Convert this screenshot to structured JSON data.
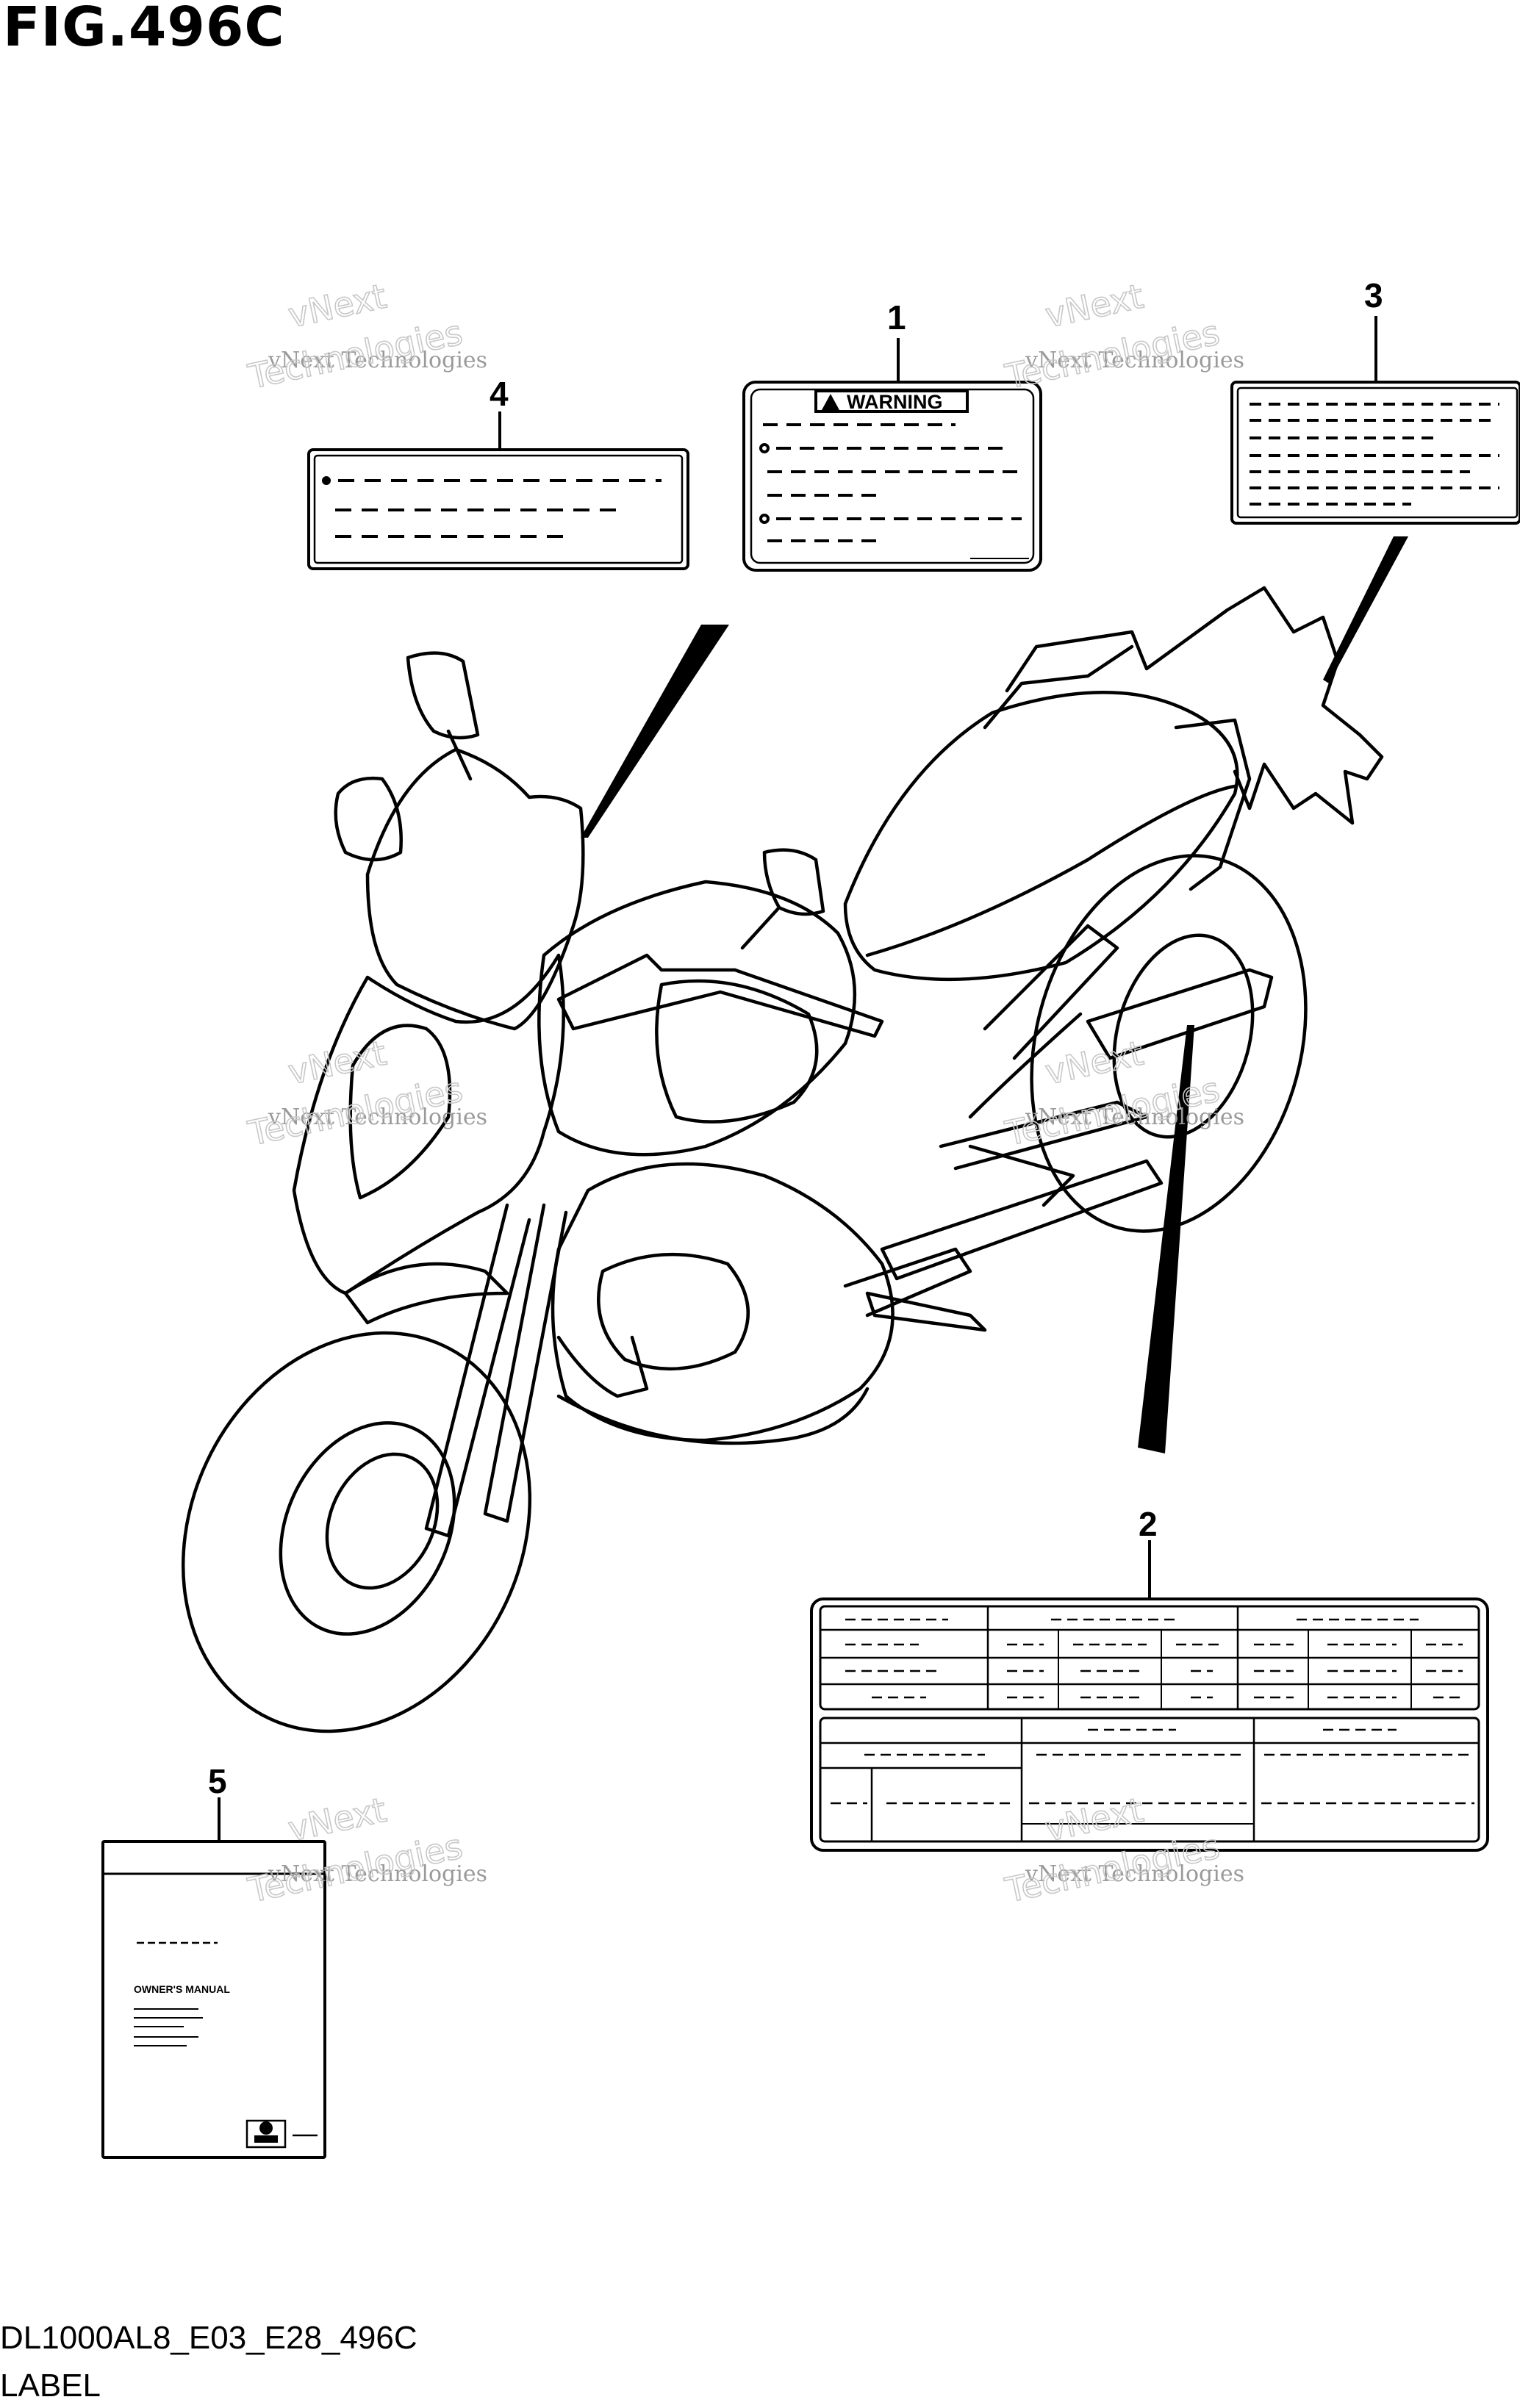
{
  "figure": {
    "title": "FIG.496C",
    "code": "DL1000AL8_E03_E28_496C",
    "name": "LABEL"
  },
  "callouts": [
    "1",
    "2",
    "3",
    "4",
    "5"
  ],
  "labels": {
    "warning_header": "WARNING",
    "manual_text": "OWNER'S MANUAL"
  },
  "watermark": {
    "small": "vNext Technologies",
    "line1": "vNext",
    "line2": "Technologies"
  },
  "colors": {
    "line": "#000000",
    "watermark": "#9a9a9a"
  }
}
